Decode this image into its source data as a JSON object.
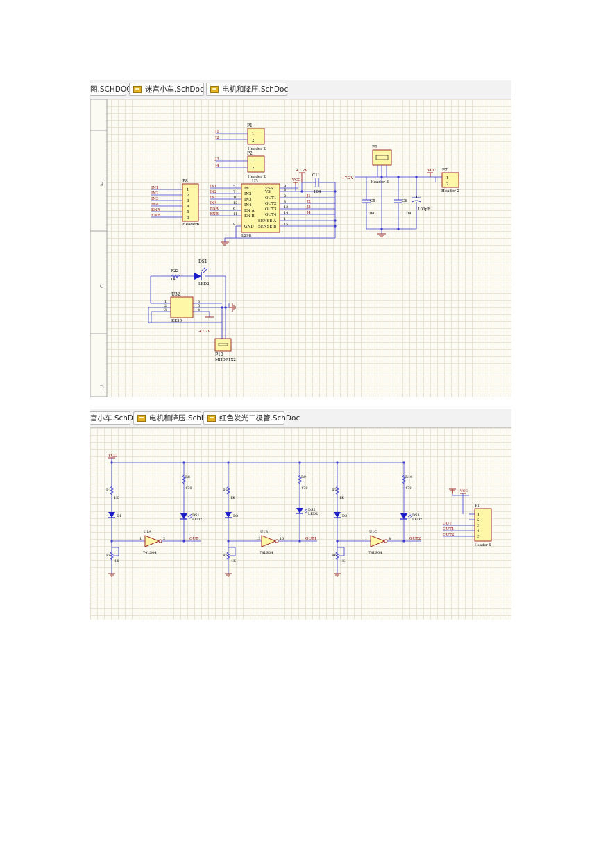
{
  "panel_top": {
    "tabs": [
      {
        "label": "图.SCHDOC",
        "truncated": true
      },
      {
        "label": "迷宫小车.SchDoc",
        "truncated": false
      },
      {
        "label": "电机和降压.SchDoc",
        "truncated": false
      }
    ],
    "zone_labels": [
      "B",
      "C",
      "D"
    ],
    "parts": {
      "p1": {
        "ref": "P1",
        "name": "Header 2",
        "pins": [
          "1",
          "2"
        ],
        "nets": [
          "J1",
          "J2"
        ]
      },
      "p2": {
        "ref": "P2",
        "name": "Header 2",
        "pins": [
          "1",
          "2"
        ],
        "nets": [
          "J3",
          "J4"
        ]
      },
      "p8": {
        "ref": "P8",
        "name": "Header6",
        "pins": [
          "1",
          "2",
          "3",
          "4",
          "5",
          "6"
        ],
        "nets": [
          "IN1",
          "IN2",
          "IN3",
          "IN4",
          "ENA",
          "ENB"
        ]
      },
      "u_l298": {
        "ref": "U3",
        "name": "L298",
        "left_pins": [
          {
            "num": "5",
            "label": "IN1",
            "net": "IN1"
          },
          {
            "num": "7",
            "label": "IN2",
            "net": "IN2"
          },
          {
            "num": "10",
            "label": "IN3",
            "net": "IN3"
          },
          {
            "num": "12",
            "label": "IN4",
            "net": "IN4"
          },
          {
            "num": "6",
            "label": "EN A",
            "net": "ENA"
          },
          {
            "num": "11",
            "label": "EN B",
            "net": "ENB"
          },
          {
            "num": "8",
            "label": "GND",
            "net": ""
          }
        ],
        "right_pins": [
          {
            "num": "9",
            "label": "VSS",
            "net": ""
          },
          {
            "num": "4",
            "label": "VS",
            "net": ""
          },
          {
            "num": "2",
            "label": "OUT1",
            "net": "J1"
          },
          {
            "num": "3",
            "label": "OUT2",
            "net": "J2"
          },
          {
            "num": "13",
            "label": "OUT3",
            "net": "J3"
          },
          {
            "num": "14",
            "label": "OUT4",
            "net": "J4"
          },
          {
            "num": "1",
            "label": "SENSE A",
            "net": ""
          },
          {
            "num": "15",
            "label": "SENSE B",
            "net": ""
          }
        ]
      },
      "c11": {
        "ref": "C11",
        "value": "104"
      },
      "vcc_labels": [
        "+7.2V",
        "VCC"
      ],
      "p6": {
        "ref": "P6",
        "name": "Header 3"
      },
      "p7": {
        "ref": "P7",
        "name": "Header 2",
        "pins": [
          "1",
          "2"
        ]
      },
      "reg_net": "+7.2V",
      "reg_vcc": "VCC",
      "c5": {
        "ref": "C5",
        "value": "104"
      },
      "c6": {
        "ref": "C6",
        "value": "104"
      },
      "c7": {
        "ref": "C7",
        "value": "100pF"
      },
      "ds1": {
        "ref": "DS1",
        "name": "LED2"
      },
      "r22": {
        "ref": "R22",
        "value": "1K"
      },
      "u32": {
        "ref": "U32",
        "name": "KE30",
        "left_pins": [
          "1",
          "2",
          "3"
        ],
        "right_pins": [
          "6",
          "5",
          "4"
        ]
      },
      "net_72v_bottom": "+7.2V",
      "p10": {
        "ref": "P10",
        "name": "MHDR1X2"
      }
    }
  },
  "panel_bottom": {
    "tabs": [
      {
        "label": "宫小车.SchDoc",
        "truncated": true
      },
      {
        "label": "电机和降压.SchDoc",
        "truncated": false
      },
      {
        "label": "红色发光二极管.SchDoc",
        "truncated": false
      }
    ],
    "vcc_label": "VCC",
    "channels": [
      {
        "r_top": "R1",
        "r_top_val": "1K",
        "diode": "D1",
        "pot": "R4",
        "pot_val": "1K",
        "gate": "U1A",
        "gate_type": "74LS04",
        "pin_in": "1",
        "pin_out": "2",
        "r_led": "R8",
        "r_led_val": "470",
        "led": "DS1",
        "led_name": "LED2",
        "out": "OUT"
      },
      {
        "r_top": "R2",
        "r_top_val": "1K",
        "diode": "D2",
        "pot": "R5",
        "pot_val": "1K",
        "gate": "U1B",
        "gate_type": "74LS04",
        "pin_in": "13",
        "pin_out": "10",
        "r_led": "R9",
        "r_led_val": "470",
        "led": "DS2",
        "led_name": "LED2",
        "out": "OUT1"
      },
      {
        "r_top": "R3",
        "r_top_val": "1K",
        "diode": "D3",
        "pot": "R6",
        "pot_val": "1K",
        "gate": "U1C",
        "gate_type": "74LS04",
        "pin_in": "1",
        "pin_out": "4",
        "r_led": "R10",
        "r_led_val": "470",
        "led": "DS3",
        "led_name": "LED2",
        "out": "OUT2"
      }
    ],
    "connector": {
      "ref": "P1",
      "name": "Header 5",
      "pins": [
        "1",
        "2",
        "3",
        "4",
        "5"
      ],
      "nets": [
        "OUT",
        "OUT1",
        "OUT2"
      ],
      "vcc": "VCC"
    }
  },
  "colors": {
    "wire": "#3a3ad0",
    "net_label": "#8b0000",
    "part_fill": "#fff7a8",
    "part_border": "#8b0000",
    "grid_bg": "#fbfaf3",
    "gnd": "#8b0000",
    "diode": "#1c1cc8"
  }
}
